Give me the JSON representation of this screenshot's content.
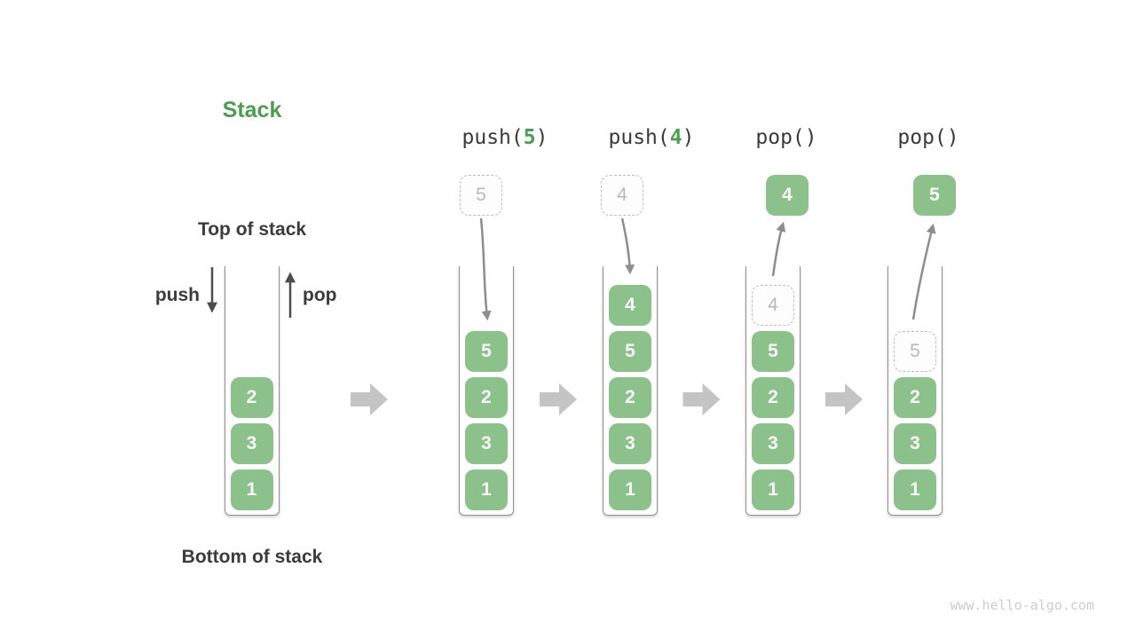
{
  "diagram": {
    "title": "Stack",
    "top_of_stack_label": "Top of stack",
    "bottom_of_stack_label": "Bottom of stack",
    "push_arrow_label": "push",
    "pop_arrow_label": "pop",
    "watermark": "www.hello-algo.com"
  },
  "colors": {
    "title_green": "#4e9c53",
    "arg_green": "#4e9c53",
    "dark_text": "#3b3b3b",
    "code_text": "#3a3a3a",
    "box_green": "#8dc18b",
    "box_digit": "#f8fbf7",
    "dashed_border": "#bdbdbd",
    "dashed_fill": "#fdfdfd",
    "dashed_text": "#b8b8b8",
    "container_line": "#8f8f8f",
    "curve_arrow": "#8d8d8d",
    "legend_arrow": "#4d4d4d",
    "block_arrow": "#c4c4c4",
    "watermark_text": "#cccccc"
  },
  "stages": [
    {
      "name": "initial-stack",
      "label": null,
      "floating": null,
      "arrow": null,
      "cells": [
        {
          "value": "2",
          "variant": "solid"
        },
        {
          "value": "3",
          "variant": "solid"
        },
        {
          "value": "1",
          "variant": "solid"
        }
      ]
    },
    {
      "name": "push-5",
      "label": {
        "prefix": "push(",
        "arg": "5",
        "suffix": ")"
      },
      "floating": {
        "value": "5",
        "variant": "dashed"
      },
      "arrow": "push",
      "cells": [
        {
          "value": "5",
          "variant": "solid"
        },
        {
          "value": "2",
          "variant": "solid"
        },
        {
          "value": "3",
          "variant": "solid"
        },
        {
          "value": "1",
          "variant": "solid"
        }
      ]
    },
    {
      "name": "push-4",
      "label": {
        "prefix": "push(",
        "arg": "4",
        "suffix": ")"
      },
      "floating": {
        "value": "4",
        "variant": "dashed"
      },
      "arrow": "push",
      "cells": [
        {
          "value": "4",
          "variant": "solid"
        },
        {
          "value": "5",
          "variant": "solid"
        },
        {
          "value": "2",
          "variant": "solid"
        },
        {
          "value": "3",
          "variant": "solid"
        },
        {
          "value": "1",
          "variant": "solid"
        }
      ]
    },
    {
      "name": "pop-first",
      "label": {
        "prefix": "pop()",
        "arg": "",
        "suffix": ""
      },
      "floating": {
        "value": "4",
        "variant": "solid"
      },
      "arrow": "pop",
      "cells": [
        {
          "value": "4",
          "variant": "dashed"
        },
        {
          "value": "5",
          "variant": "solid"
        },
        {
          "value": "2",
          "variant": "solid"
        },
        {
          "value": "3",
          "variant": "solid"
        },
        {
          "value": "1",
          "variant": "solid"
        }
      ]
    },
    {
      "name": "pop-second",
      "label": {
        "prefix": "pop()",
        "arg": "",
        "suffix": ""
      },
      "floating": {
        "value": "5",
        "variant": "solid"
      },
      "arrow": "pop",
      "cells": [
        {
          "value": "5",
          "variant": "dashed"
        },
        {
          "value": "2",
          "variant": "solid"
        },
        {
          "value": "3",
          "variant": "solid"
        },
        {
          "value": "1",
          "variant": "solid"
        }
      ]
    }
  ]
}
